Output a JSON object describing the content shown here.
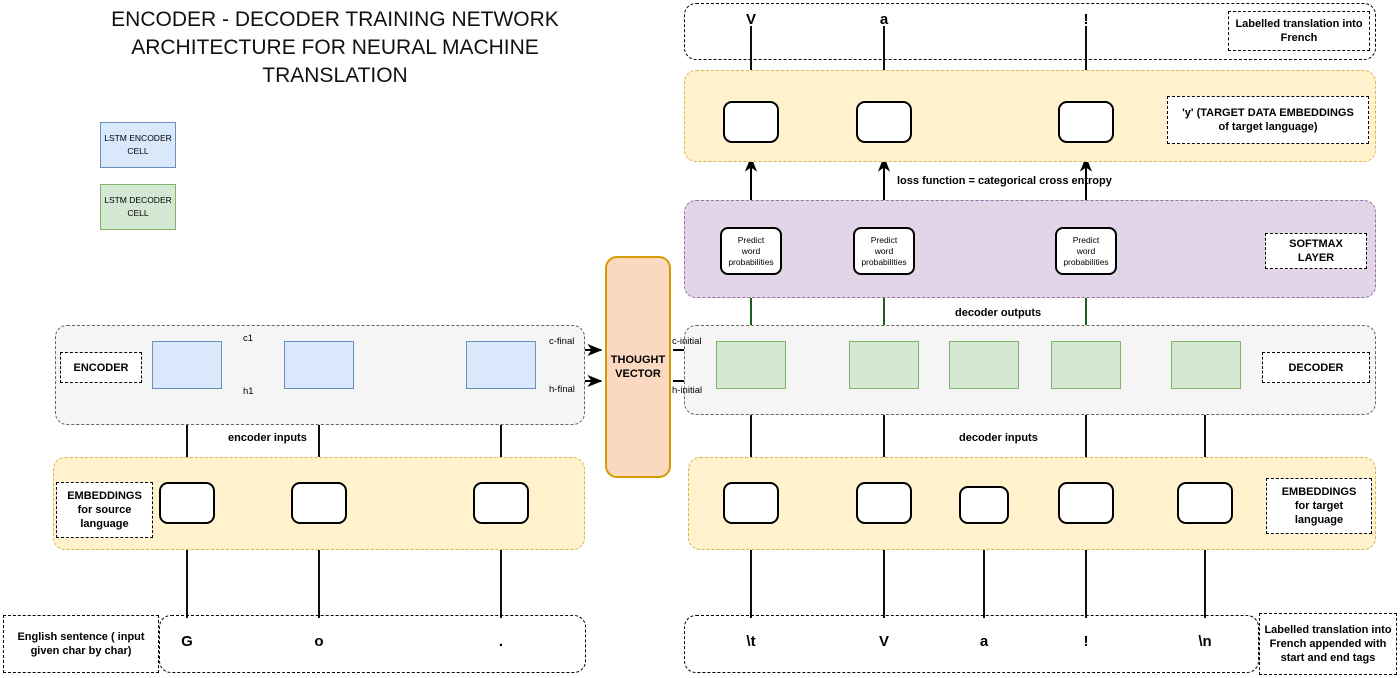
{
  "title": "ENCODER - DECODER TRAINING NETWORK ARCHITECTURE FOR NEURAL MACHINE TRANSLATION",
  "legend": {
    "encoder_cell": {
      "line1": "LSTM ENCODER",
      "line2": "CELL",
      "fill": "#dae8fc",
      "stroke": "#6c8ebf"
    },
    "decoder_cell": {
      "line1": "LSTM DECODER",
      "line2": "CELL",
      "fill": "#d5e8d4",
      "stroke": "#82b366"
    }
  },
  "encoder": {
    "region_label": "ENCODER",
    "state_labels": {
      "c1": "c1",
      "h1": "h1",
      "c_final": "c-final",
      "h_final": "h-final"
    },
    "inputs_label": "encoder inputs",
    "embeddings_label": "EMBEDDINGS for source language",
    "embeddings_lines": [
      "EMBEDDINGS",
      "for source",
      "language"
    ],
    "source_caption_lines": [
      "English sentence ( input",
      "given char by char)"
    ],
    "source_chars": [
      "G",
      "o",
      "."
    ],
    "cell_count": 3
  },
  "thought_vector": {
    "line1": "THOUGHT",
    "line2": "VECTOR",
    "fill": "#fad9c0",
    "stroke": "#d79b00"
  },
  "decoder": {
    "region_label": "DECODER",
    "state_labels": {
      "c_initial": "c-initial",
      "h_initial": "h-initial"
    },
    "outputs_label": "decoder outputs",
    "inputs_label": "decoder inputs",
    "embeddings_lines": [
      "EMBEDDINGS",
      "for target",
      "language"
    ],
    "target_caption_lines": [
      "Labelled translation into",
      "French appended with",
      "start and end tags"
    ],
    "target_chars": [
      "\\t",
      "V",
      "a",
      "!",
      "\\n"
    ],
    "cell_count": 5
  },
  "softmax": {
    "region_label_lines": [
      "SOFTMAX",
      "LAYER"
    ],
    "box_lines": [
      "Predict",
      "word",
      "probabilities"
    ],
    "fill": "#e1d5e7",
    "stroke": "#9673a6"
  },
  "loss": {
    "label": "loss function = categorical cross entropy"
  },
  "target_embeddings": {
    "region_label_lines": [
      "'y' (TARGET DATA EMBEDDINGS",
      "of target language)"
    ],
    "fill": "#fff2cc",
    "stroke": "#d6b656"
  },
  "labelled_translation": {
    "caption_lines": [
      "Labelled translation into",
      "French"
    ],
    "chars": [
      "V",
      "a",
      "!"
    ]
  },
  "colors": {
    "encoder_fill": "#dae8fc",
    "encoder_stroke": "#6c8ebf",
    "decoder_fill": "#d5e8d4",
    "decoder_stroke": "#82b366",
    "softmax_fill": "#e1d5e7",
    "softmax_stroke": "#9673a6",
    "embedding_fill": "#fff2cc",
    "embedding_stroke": "#d6b656",
    "thought_fill": "#fad9c0",
    "thought_stroke": "#d79b00",
    "grey_fill": "#f5f5f5",
    "green_arrow": "#1b5e20",
    "blue_arrow": "#0000cc"
  }
}
